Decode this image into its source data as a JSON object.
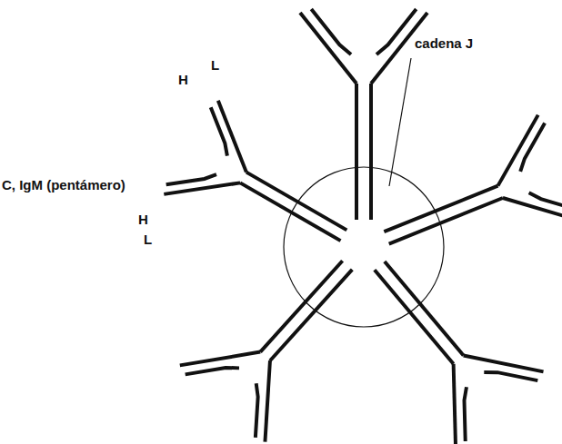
{
  "diagram": {
    "labels": [
      "C, IgM (pentámero)",
      "H",
      "L",
      "cadena J",
      "H",
      "L"
    ]
  }
}
